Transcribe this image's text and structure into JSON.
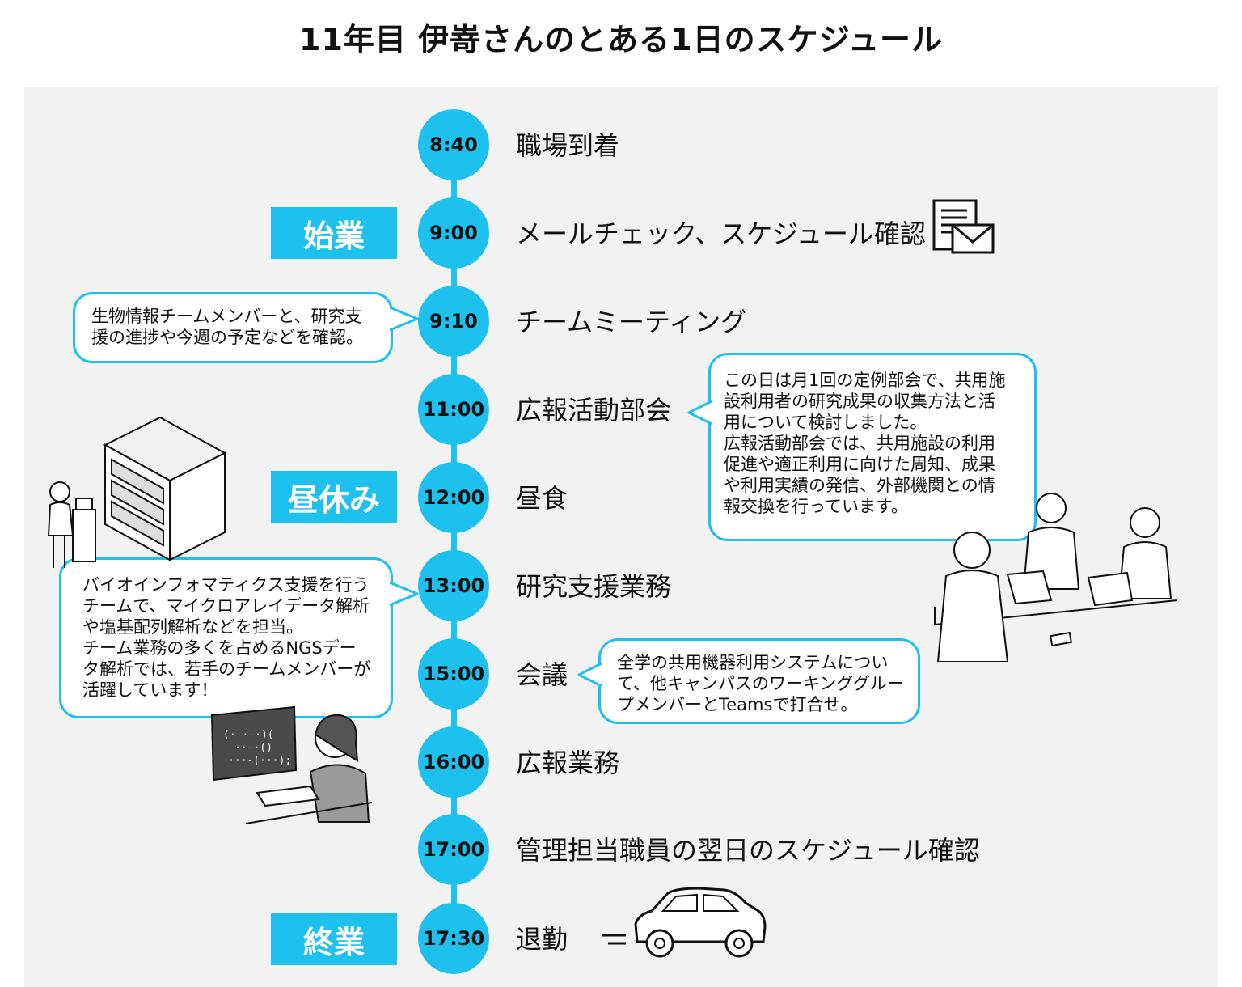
{
  "title": "11年目 伊嵜さんのとある1日のスケジュール",
  "schedule": [
    {
      "time": "8:40",
      "label": "職場到着"
    },
    {
      "time": "9:00",
      "label": "メールチェック、スケジュール確認"
    },
    {
      "time": "9:10",
      "label": "チームミーティング"
    },
    {
      "time": "11:00",
      "label": "広報活動部会"
    },
    {
      "time": "12:00",
      "label": "昼食"
    },
    {
      "time": "13:00",
      "label": "研究支援業務"
    },
    {
      "time": "15:00",
      "label": "会議"
    },
    {
      "time": "16:00",
      "label": "広報業務"
    },
    {
      "time": "17:00",
      "label": "管理担当職員の翌日のスケジュール確認"
    },
    {
      "time": "17:30",
      "label": "退勤"
    }
  ],
  "phases": {
    "start": "始業",
    "lunch": "昼休み",
    "end": "終業"
  },
  "notes": {
    "meeting": [
      "生物情報チームメンバーと、研究支",
      "援の進捗や今週の予定などを確認。"
    ],
    "pr_committee": [
      "この日は月1回の定例部会で、共用施",
      "設利用者の研究成果の収集方法と活",
      "用について検討しました。",
      "広報活動部会では、共用施設の利用",
      "促進や適正利用に向けた周知、成果",
      "や利用実績の発信、外部機関との情",
      "報交換を行っています。"
    ],
    "research": [
      "バイオインフォマティクス支援を行う",
      "チームで、マイクロアレイデータ解析",
      "や塩基配列解析などを担当。",
      "チーム業務の多くを占めるNGSデー",
      "タ解析では、若手のチームメンバーが",
      "活躍しています！"
    ],
    "conference": [
      "全学の共用機器利用システムについ",
      "て、他キャンパスのワーキンググルー",
      "プメンバーとTeamsで打合せ。"
    ]
  },
  "colors": {
    "accent": "#1ec1ee",
    "panel": "#f2f2f2",
    "text": "#111111"
  },
  "icons": [
    "mail-document-icon",
    "server-operator-illustration",
    "meeting-people-illustration",
    "computer-worker-illustration",
    "car-icon"
  ]
}
